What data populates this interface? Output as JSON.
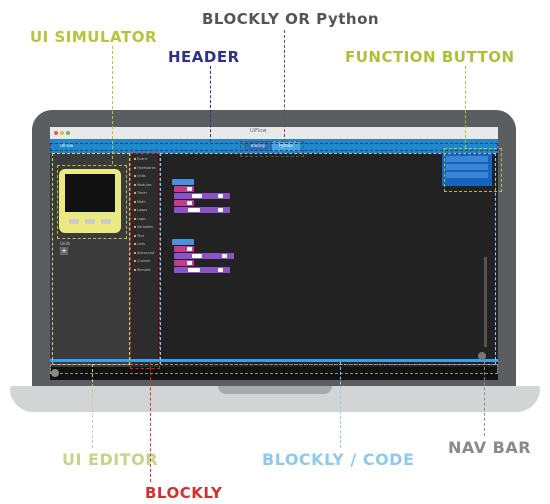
{
  "labels": {
    "ui_simulator": "UI SIMULATOR",
    "blockly_or_python": "BLOCKLY OR Python",
    "header": "HEADER",
    "function_button": "FUNCTION BUTTON",
    "ui_editor": "UI EDITOR",
    "blockly": "BLOCKLY",
    "blockly_code": "BLOCKLY / CODE",
    "nav_bar": "NAV BAR"
  },
  "app": {
    "window_title": "UIFlow",
    "name": "UIFlow",
    "modes": [
      "Blockly",
      "Python"
    ],
    "units_label": "Units",
    "add_symbol": "+"
  },
  "blockly_categories": [
    "Event",
    "Hardwares",
    "Units",
    "Modules",
    "Timer",
    "Math",
    "Loops",
    "Logic",
    "Variables",
    "Text",
    "Lists",
    "Advanced",
    "Custom",
    "Remote"
  ],
  "colors": {
    "header_blue": "#1e88c8",
    "ui_simulator": "#b6c43a",
    "header_label": "#2f2f8f",
    "function_button": "#a9c23a",
    "ui_editor": "#c6d48a",
    "blockly": "#d42f2f",
    "blockly_code": "#8ec9ee",
    "nav_bar": "#8a8a8a"
  }
}
